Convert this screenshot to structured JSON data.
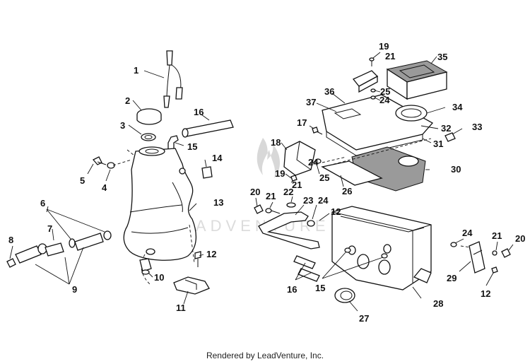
{
  "footer": "Rendered by LeadVenture, Inc.",
  "watermark": "LEADVENTURE",
  "callouts": [
    {
      "id": "1",
      "text": "1"
    },
    {
      "id": "2",
      "text": "2"
    },
    {
      "id": "3",
      "text": "3"
    },
    {
      "id": "4",
      "text": "4"
    },
    {
      "id": "5",
      "text": "5"
    },
    {
      "id": "6",
      "text": "6"
    },
    {
      "id": "7",
      "text": "7"
    },
    {
      "id": "8",
      "text": "8"
    },
    {
      "id": "9",
      "text": "9"
    },
    {
      "id": "10",
      "text": "10"
    },
    {
      "id": "11",
      "text": "11"
    },
    {
      "id": "12a",
      "text": "12"
    },
    {
      "id": "13",
      "text": "13"
    },
    {
      "id": "14",
      "text": "14"
    },
    {
      "id": "15a",
      "text": "15"
    },
    {
      "id": "16a",
      "text": "16"
    },
    {
      "id": "17",
      "text": "17"
    },
    {
      "id": "18",
      "text": "18"
    },
    {
      "id": "19a",
      "text": "19"
    },
    {
      "id": "19b",
      "text": "19"
    },
    {
      "id": "20a",
      "text": "20"
    },
    {
      "id": "20b",
      "text": "20"
    },
    {
      "id": "21a",
      "text": "21"
    },
    {
      "id": "21b",
      "text": "21"
    },
    {
      "id": "21c",
      "text": "21"
    },
    {
      "id": "21d",
      "text": "21"
    },
    {
      "id": "22",
      "text": "22"
    },
    {
      "id": "23",
      "text": "23"
    },
    {
      "id": "24a",
      "text": "24"
    },
    {
      "id": "24b",
      "text": "24"
    },
    {
      "id": "24c",
      "text": "24"
    },
    {
      "id": "24d",
      "text": "24"
    },
    {
      "id": "25a",
      "text": "25"
    },
    {
      "id": "25b",
      "text": "25"
    },
    {
      "id": "26",
      "text": "26"
    },
    {
      "id": "27",
      "text": "27"
    },
    {
      "id": "28",
      "text": "28"
    },
    {
      "id": "29",
      "text": "29"
    },
    {
      "id": "30",
      "text": "30"
    },
    {
      "id": "31",
      "text": "31"
    },
    {
      "id": "32",
      "text": "32"
    },
    {
      "id": "33",
      "text": "33"
    },
    {
      "id": "34",
      "text": "34"
    },
    {
      "id": "35",
      "text": "35"
    },
    {
      "id": "36",
      "text": "36"
    },
    {
      "id": "37",
      "text": "37"
    },
    {
      "id": "12b",
      "text": "12"
    },
    {
      "id": "12c",
      "text": "12"
    },
    {
      "id": "15b",
      "text": "15"
    },
    {
      "id": "16b",
      "text": "16"
    }
  ]
}
